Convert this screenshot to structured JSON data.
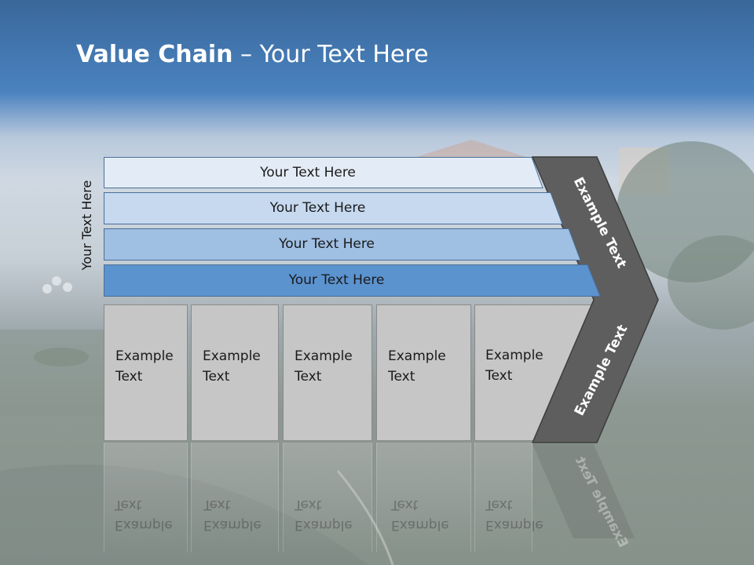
{
  "slide": {
    "title_bold": "Value Chain",
    "title_rest": " – Your Text Here",
    "vertical_label": "Your Text Here"
  },
  "bands": [
    {
      "label": "Your Text Here",
      "color": "#e3ecf6"
    },
    {
      "label": "Your Text Here",
      "color": "#c6d9ef"
    },
    {
      "label": "Your Text Here",
      "color": "#9fbfe3"
    },
    {
      "label": "Your Text Here",
      "color": "#5b93cf"
    }
  ],
  "cells": [
    {
      "line1": "Example",
      "line2": "Text"
    },
    {
      "line1": "Example",
      "line2": "Text"
    },
    {
      "line1": "Example",
      "line2": "Text"
    },
    {
      "line1": "Example",
      "line2": "Text"
    },
    {
      "line1": "Example",
      "line2": "Text"
    }
  ],
  "arrow": {
    "upper_label": "Example Text",
    "lower_label": "Example Text",
    "color": "#5e5e5e"
  }
}
